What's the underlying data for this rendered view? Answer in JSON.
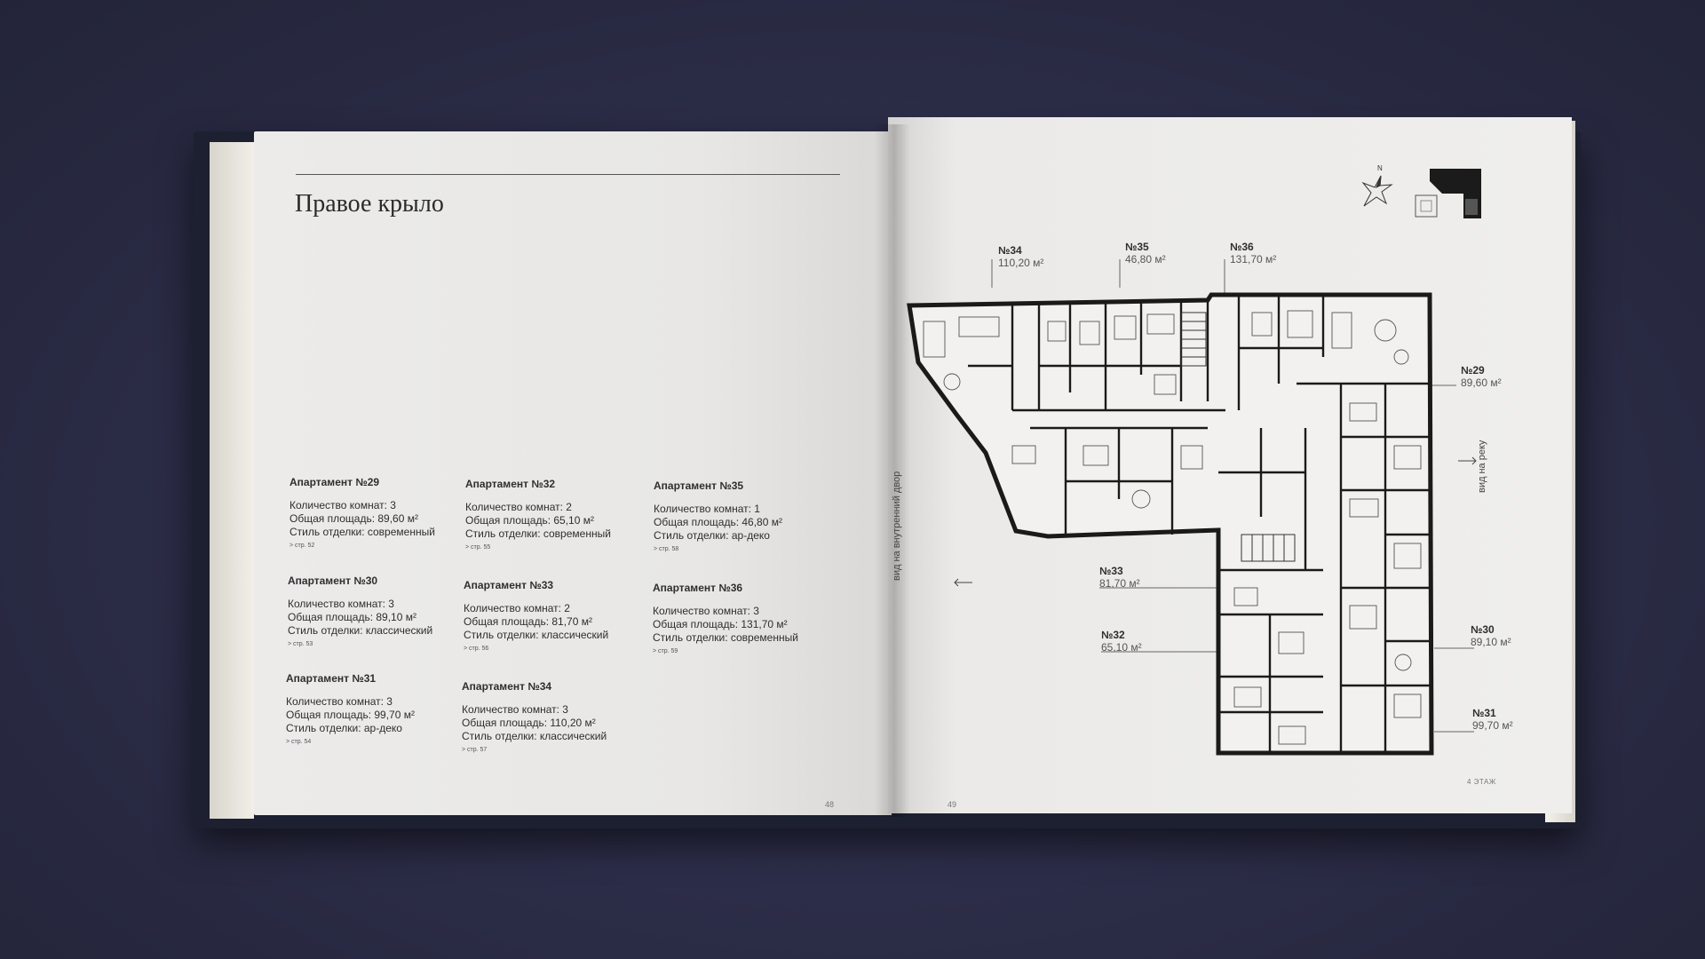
{
  "left_page": {
    "title": "Правое крыло",
    "page_number": "48",
    "apartments": [
      {
        "name": "Апартамент №29",
        "rooms": "Количество комнат: 3",
        "area": "Общая площадь: 89,60 м²",
        "style": "Стиль отделки: современный",
        "ref": "> стр. 52"
      },
      {
        "name": "Апартамент №30",
        "rooms": "Количество комнат: 3",
        "area": "Общая площадь: 89,10 м²",
        "style": "Стиль отделки: классический",
        "ref": "> стр. 53"
      },
      {
        "name": "Апартамент №31",
        "rooms": "Количество комнат: 3",
        "area": "Общая площадь: 99,70 м²",
        "style": "Стиль отделки: ар-деко",
        "ref": "> стр. 54"
      },
      {
        "name": "Апартамент №32",
        "rooms": "Количество комнат: 2",
        "area": "Общая площадь: 65,10 м²",
        "style": "Стиль отделки: современный",
        "ref": "> стр. 55"
      },
      {
        "name": "Апартамент №33",
        "rooms": "Количество комнат: 2",
        "area": "Общая площадь: 81,70 м²",
        "style": "Стиль отделки: классический",
        "ref": "> стр. 56"
      },
      {
        "name": "Апартамент №34",
        "rooms": "Количество комнат: 3",
        "area": "Общая площадь: 110,20 м²",
        "style": "Стиль отделки: классический",
        "ref": "> стр. 57"
      },
      {
        "name": "Апартамент №35",
        "rooms": "Количество комнат: 1",
        "area": "Общая площадь: 46,80 м²",
        "style": "Стиль отделки: ар-деко",
        "ref": "> стр. 58"
      },
      {
        "name": "Апартамент №36",
        "rooms": "Количество комнат: 3",
        "area": "Общая площадь: 131,70 м²",
        "style": "Стиль отделки: современный",
        "ref": "> стр. 59"
      }
    ]
  },
  "right_page": {
    "page_number": "49",
    "floor_label": "4 ЭТАЖ",
    "compass_letter": "N",
    "view_courtyard": "вид на внутренний двор",
    "view_river": "вид на реку",
    "unit_labels": [
      {
        "n": "№34",
        "a": "110,20 м²"
      },
      {
        "n": "№35",
        "a": "46,80 м²"
      },
      {
        "n": "№36",
        "a": "131,70 м²"
      },
      {
        "n": "№29",
        "a": "89,60 м²"
      },
      {
        "n": "№33",
        "a": "81,70 м²"
      },
      {
        "n": "№32",
        "a": "65,10 м²"
      },
      {
        "n": "№30",
        "a": "89,10 м²"
      },
      {
        "n": "№31",
        "a": "99,70 м²"
      }
    ]
  },
  "colors": {
    "background": "#2c2d45",
    "paper": "#ecebea",
    "ink": "#2b2b2b"
  }
}
